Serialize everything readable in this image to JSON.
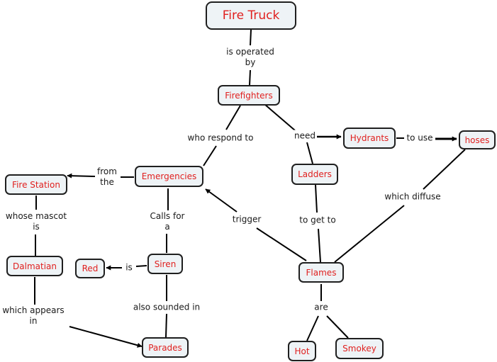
{
  "title": "Fire Truck concept map",
  "colors": {
    "concept_text": "#e0201f",
    "concept_fill": "#eef3f6",
    "border": "#1f1f1f",
    "link_text": "#1a1a1a"
  },
  "concepts": {
    "fire_truck": "Fire Truck",
    "firefighters": "Firefighters",
    "emergencies": "Emergencies",
    "fire_station": "Fire Station",
    "hydrants": "Hydrants",
    "hoses": "hoses",
    "ladders": "Ladders",
    "dalmatian": "Dalmatian",
    "red": "Red",
    "siren": "Siren",
    "flames": "Flames",
    "parades": "Parades",
    "hot": "Hot",
    "smokey": "Smokey"
  },
  "links": {
    "is_operated_by": "is operated\nby",
    "who_respond_to": "who respond to",
    "need": "need",
    "to_use": "to use",
    "from_the": "from\nthe",
    "whose_mascot_is": "whose mascot\nis",
    "calls_for_a": "Calls for\na",
    "trigger": "trigger",
    "to_get_to": "to get to",
    "which_diffuse": "which diffuse",
    "is": "is",
    "also_sounded_in": "also sounded in",
    "which_appears_in": "which appears\nin",
    "are": "are"
  }
}
